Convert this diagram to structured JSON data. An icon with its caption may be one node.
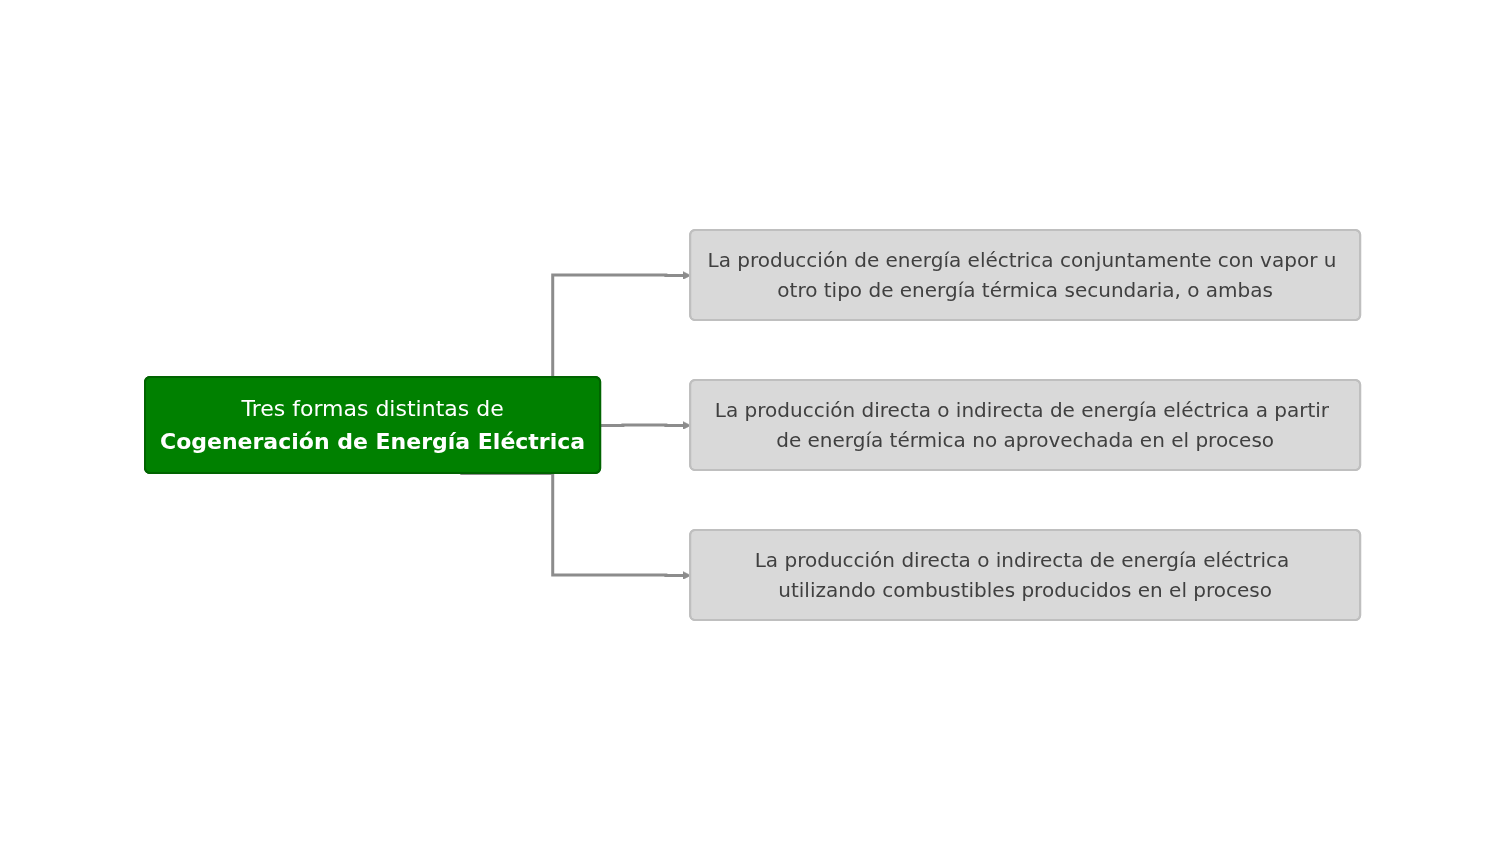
{
  "diagram": {
    "nodes": [
      {
        "text": [
          "Tres formas distintas de",
          "Cogeneración de Energía Eléctrica"
        ]
      },
      {
        "text": [
          "La producción de energía eléctrica conjuntamente con vapor u otro tipo de energía térmica secundaria, o ambas"
        ]
      },
      {
        "text": [
          "La producción directa o indirecta de energía eléctrica a partir de energía térmica no aprovechada en el proceso"
        ]
      },
      {
        "text": [
          "La producción directa o indirecta de energía eléctrica utilizando combustibles producidos en el proceso"
        ]
      }
    ],
    "edges": [
      {
        "from": 0,
        "to": 1,
        "arrow": "to"
      },
      {
        "from": 0,
        "to": 2,
        "arrow": "to"
      },
      {
        "from": 0,
        "to": 3,
        "arrow": "to"
      }
    ]
  }
}
